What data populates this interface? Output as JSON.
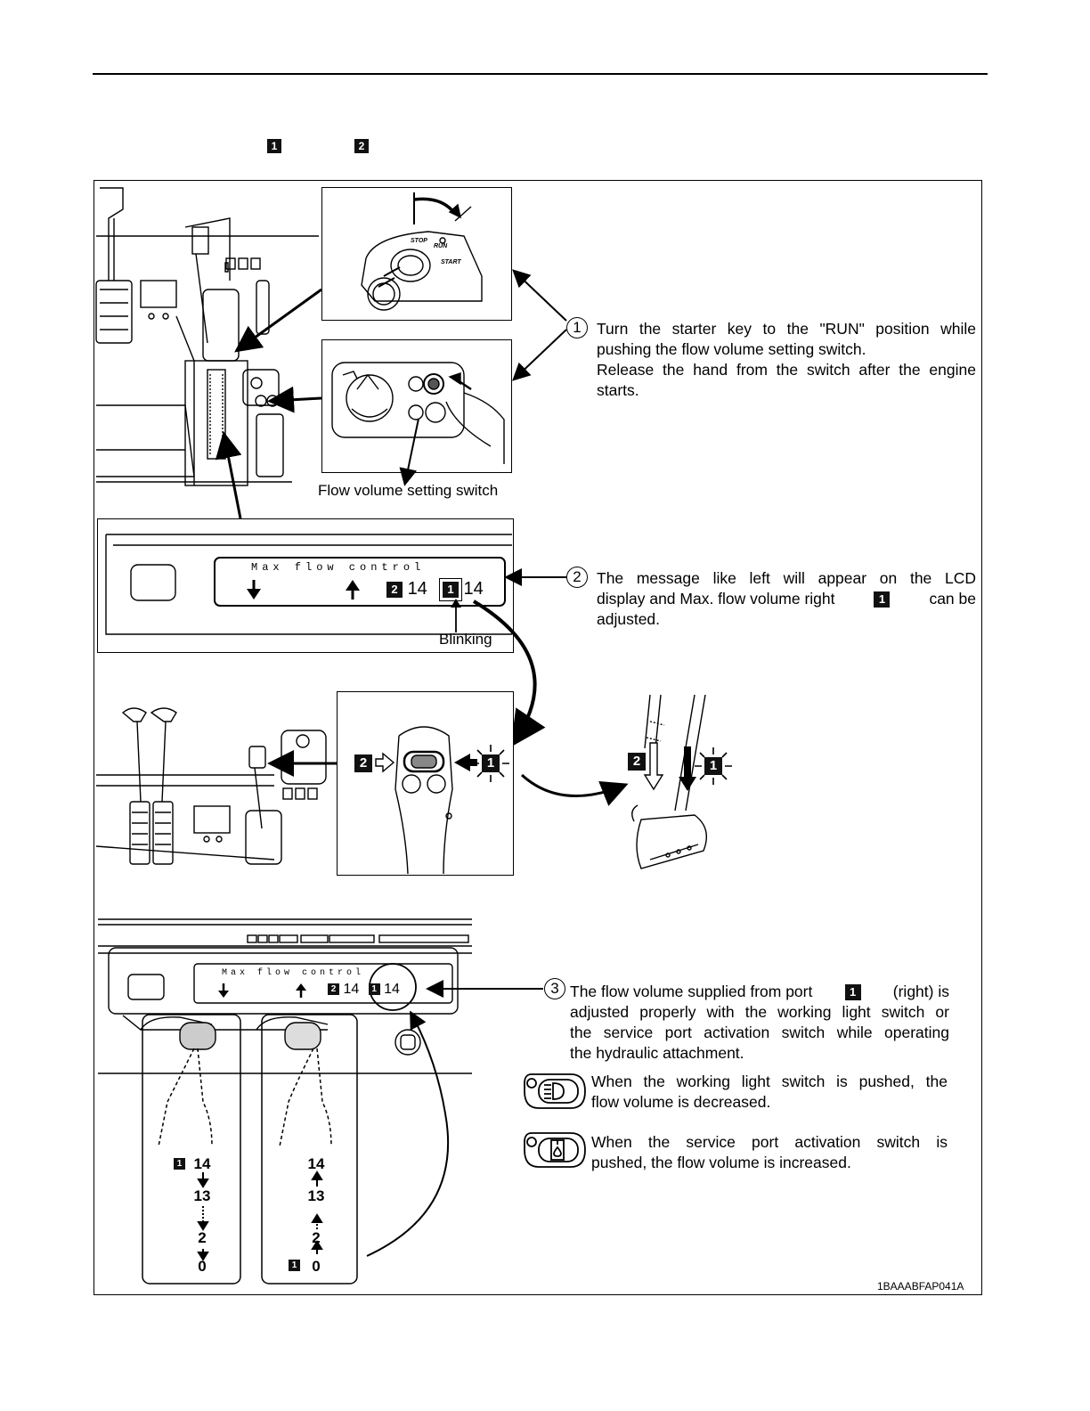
{
  "header": {
    "marker_1": "1",
    "marker_2": "2"
  },
  "steps": [
    {
      "number": "1",
      "lines": [
        "Turn the starter key to the \"RUN\" position while",
        "pushing the flow volume setting switch.",
        "Release the hand from the switch after the engine",
        "starts."
      ]
    },
    {
      "number": "2",
      "lines_a": "The message like left will appear on the LCD",
      "lines_b_pre": "display and Max. flow volume right",
      "lines_b_badge": "1",
      "lines_b_post": "can be",
      "lines_c": "adjusted."
    },
    {
      "number": "3",
      "line1_pre": "The flow volume supplied from port",
      "line1_badge": "1",
      "line1_post": "(right) is",
      "lines": [
        "adjusted properly with the working light switch or",
        "the service port activation switch while operating",
        "the hydraulic attachment."
      ]
    }
  ],
  "notes": [
    {
      "icon": "working-light-icon",
      "lines": [
        "When the working light switch is pushed, the",
        "flow volume is decreased."
      ]
    },
    {
      "icon": "service-port-icon",
      "lines": [
        "When the service port activation switch is",
        "pushed, the flow volume is increased."
      ]
    }
  ],
  "labels": {
    "flow_switch": "Flow volume setting switch",
    "blinking": "Blinking",
    "key_stop": "STOP",
    "key_run": "RUN",
    "key_start": "START"
  },
  "lcd": {
    "title": "Max flow control",
    "port2": "2",
    "value2": "14",
    "port1": "1",
    "value1": "14"
  },
  "joystick_badges": {
    "left": "2",
    "right": "1"
  },
  "bucket_badges": {
    "left": "2",
    "right": "1"
  },
  "sequence_down": [
    "14",
    "13",
    "2",
    "0"
  ],
  "sequence_up": [
    "14",
    "13",
    "2",
    "0"
  ],
  "sequence_badge": "1",
  "figure_id": "1BAAABFAP041A"
}
